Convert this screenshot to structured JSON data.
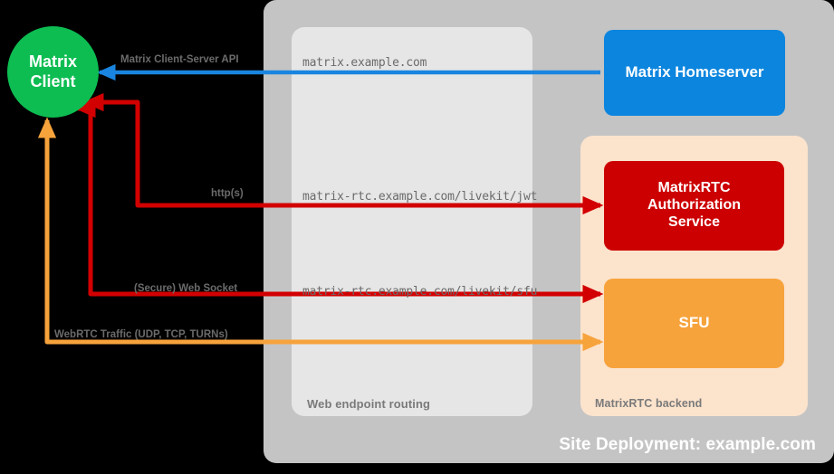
{
  "diagram": {
    "title": "Site Deployment: example.com"
  },
  "panels": {
    "site_deployment": {
      "label": "Site Deployment: example.com",
      "color": "#c4c4c4"
    },
    "web_endpoint_routing": {
      "label": "Web endpoint routing",
      "color": "#e6e6e6"
    },
    "matrixrtc_backend": {
      "label": "MatrixRTC backend",
      "color": "#fce3cc"
    }
  },
  "nodes": {
    "matrix_client": {
      "label": "Matrix\nClient",
      "line1": "Matrix",
      "line2": "Client",
      "color": "#0dbd52"
    },
    "matrix_homeserver": {
      "label": "Matrix Homeserver",
      "color": "#0c85de"
    },
    "matrixrtc_auth": {
      "line1": "MatrixRTC",
      "line2": "Authorization",
      "line3": "Service",
      "color": "#cc0000"
    },
    "sfu": {
      "label": "SFU",
      "color": "#f7a33c"
    }
  },
  "edges": [
    {
      "id": "cs-api",
      "label": "Matrix Client-Server API",
      "url": "matrix.example.com",
      "color": "#1a85e0",
      "from": "matrix_homeserver",
      "to": "matrix_client"
    },
    {
      "id": "jwt",
      "label": "http(s)",
      "url": "matrix-rtc.example.com/livekit/jwt",
      "color": "#d20000",
      "from": "matrix_client",
      "to": "matrixrtc_auth"
    },
    {
      "id": "sfu-ws",
      "label": "(Secure) Web Socket",
      "url": "matrix-rtc.example.com/livekit/sfu",
      "color": "#d20000",
      "from": "matrix_client",
      "to": "sfu"
    },
    {
      "id": "webrtc",
      "label": "WebRTC Traffic (UDP, TCP, TURNs)",
      "url": "",
      "color": "#f7a33c",
      "from": "matrix_client",
      "to": "sfu"
    }
  ],
  "colors": {
    "background": "#000000",
    "blue": "#1a85e0",
    "red": "#d20000",
    "orange": "#f7a33c",
    "green": "#0dbd52",
    "label_gray": "#6b6b6b"
  }
}
